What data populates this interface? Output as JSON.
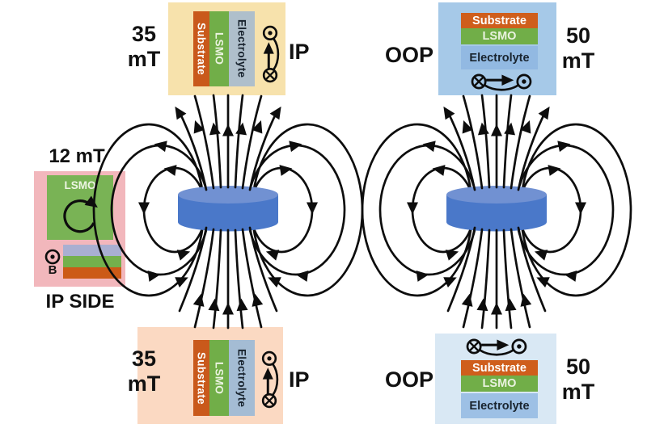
{
  "figure": {
    "left_column": {
      "top_panel": {
        "field_value": "35",
        "field_unit": "mT",
        "orientation_label": "IP",
        "layers": [
          "Substrate",
          "LSMO",
          "Electrolyte"
        ]
      },
      "side_panel": {
        "field_label": "12 mT",
        "film_label": "LSMO",
        "b_symbol_label": "B",
        "caption": "IP SIDE"
      },
      "bottom_panel": {
        "field_value": "35",
        "field_unit": "mT",
        "orientation_label": "IP",
        "layers": [
          "Substrate",
          "LSMO",
          "Electrolyte"
        ]
      }
    },
    "right_column": {
      "top_panel": {
        "field_value": "50",
        "field_unit": "mT",
        "orientation_label": "OOP",
        "layers": [
          "Substrate",
          "LSMO",
          "Electrolyte"
        ]
      },
      "bottom_panel": {
        "field_value": "50",
        "field_unit": "mT",
        "orientation_label": "OOP",
        "layers": [
          "Substrate",
          "LSMO",
          "Electrolyte"
        ]
      }
    },
    "colors": {
      "panel_yellow": "#F7E2AC",
      "panel_peach": "#FBD9C2",
      "panel_pink": "#F2B7BC",
      "panel_blue": "#A6C9E8",
      "panel_light_blue": "#D9E8F4",
      "substrate_orange": "#C9591B",
      "lsmo_green": "#71AE48",
      "electrolyte_gray_blue": "#AFBFCB",
      "electrolyte_blue": "#92B9E2",
      "side_electrolyte_lavender": "#A9AFD1",
      "magnet_body_blue": "#4A78C9",
      "magnet_top_blue": "#7191D2",
      "field_line_black": "#0D0D0D"
    }
  }
}
